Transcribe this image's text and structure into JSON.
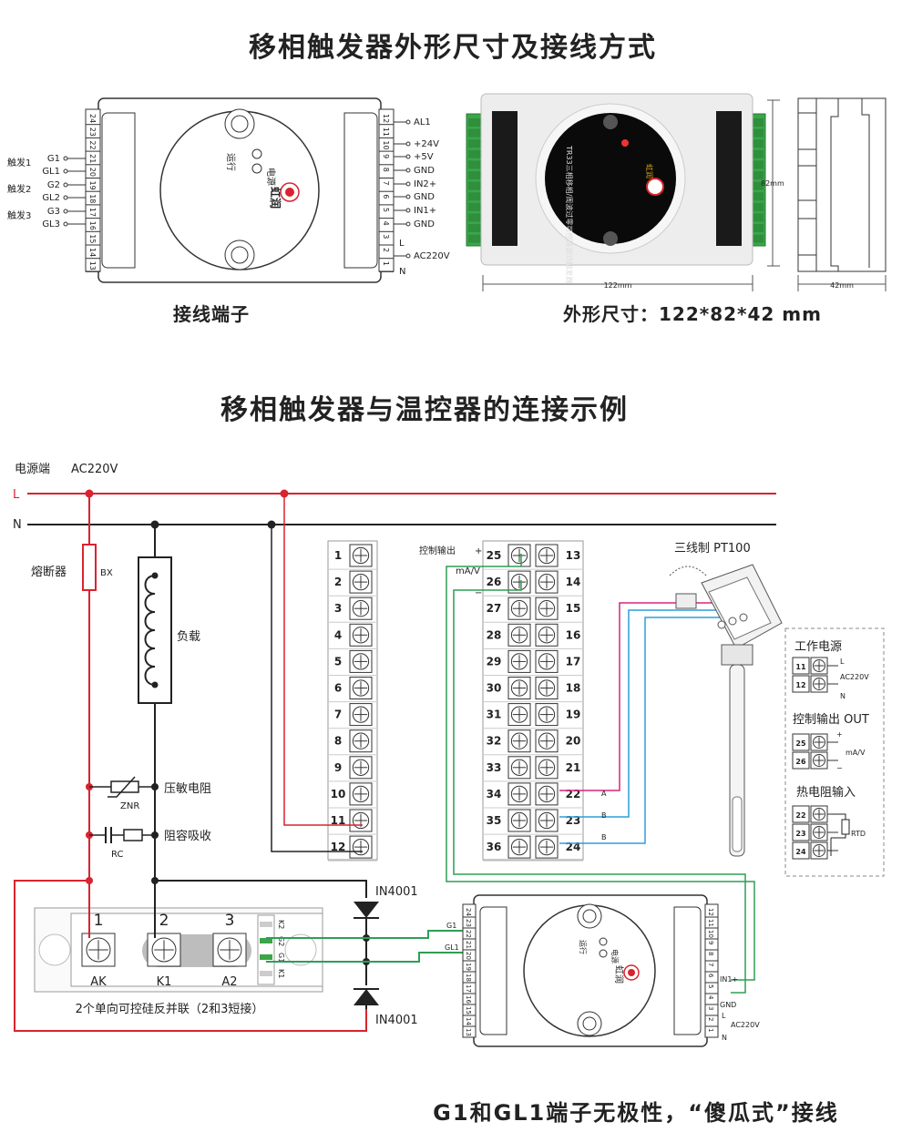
{
  "titles": {
    "top": "移相触发器外形尺寸及接线方式",
    "middle": "移相触发器与温控器的连接示例",
    "bottom": "G1和GL1端子无极性，“傻瓜式”接线"
  },
  "captions": {
    "terminals": "接线端子",
    "dimensions": "外形尺寸：122*82*42 mm"
  },
  "module": {
    "brand": "虹润",
    "led_run": "运行",
    "led_power": "电源",
    "left_terminals": [
      "24",
      "23",
      "22",
      "21",
      "20",
      "19",
      "18",
      "17",
      "16",
      "15",
      "14",
      "13"
    ],
    "right_terminals": [
      "12",
      "11",
      "10",
      "9",
      "8",
      "7",
      "6",
      "5",
      "4",
      "3",
      "2",
      "1"
    ],
    "left_groups": [
      "触发1",
      "触发2",
      "触发3"
    ],
    "left_pins": [
      "G1",
      "GL1",
      "G2",
      "GL2",
      "G3",
      "GL3"
    ],
    "right_pins": [
      "AL1",
      "+24V",
      "+5V",
      "GND",
      "IN2+",
      "GND",
      "IN1+",
      "GND",
      "L",
      "AC220V",
      "N"
    ]
  },
  "photo": {
    "model_text": "TR33三相移相/周波过零可控硅调功触发器",
    "brand": "虹润",
    "dim_width": "122mm",
    "dim_height": "82mm",
    "dim_depth": "42mm"
  },
  "diagram": {
    "power_source": "电源端",
    "ac": "AC220V",
    "line_L": "L",
    "line_N": "N",
    "fuse": "熔断器",
    "fuse_code": "BX",
    "load": "负载",
    "varistor": "压敏电阻",
    "varistor_code": "ZNR",
    "snubber": "阻容吸收",
    "snubber_code": "RC",
    "diode1": "IN4001",
    "diode2": "IN4001",
    "scr_pins": [
      "1",
      "2",
      "3"
    ],
    "scr_labels": [
      "AK",
      "K1",
      "A2"
    ],
    "scr_side_labels": [
      "K2",
      "G2",
      "G1",
      "K1"
    ],
    "scr_caption": "2个单向可控硅反并联（2和3短接）",
    "ctrl_left": [
      "1",
      "2",
      "3",
      "4",
      "5",
      "6",
      "7",
      "8",
      "9",
      "10",
      "11",
      "12"
    ],
    "ctrl_mid": [
      "25",
      "26",
      "27",
      "28",
      "29",
      "30",
      "31",
      "32",
      "33",
      "34",
      "35",
      "36"
    ],
    "ctrl_right": [
      "13",
      "14",
      "15",
      "16",
      "17",
      "18",
      "19",
      "20",
      "21",
      "22",
      "23",
      "24"
    ],
    "ctrl_output": "控制输出",
    "ctrl_plus": "+",
    "ctrl_minus": "−",
    "ctrl_ma": "mA/V",
    "rtd_a": "A",
    "rtd_b1": "B",
    "rtd_b2": "B",
    "pt100": "三线制 PT100",
    "g1": "G1",
    "gl1": "GL1",
    "in1": "IN1+",
    "gnd": "GND",
    "m_L": "L",
    "m_ac": "AC220V",
    "m_N": "N"
  },
  "legend": {
    "power_title": "工作电源",
    "power_pins": [
      "11",
      "12"
    ],
    "power_L": "L",
    "power_ac": "AC220V",
    "power_N": "N",
    "output_title": "控制输出 OUT",
    "output_pins": [
      "25",
      "26"
    ],
    "output_plus": "+",
    "output_ma": "mA/V",
    "output_minus": "−",
    "rtd_title": "热电阻输入",
    "rtd_pins": [
      "22",
      "23",
      "24"
    ],
    "rtd_code": "RTD"
  },
  "colors": {
    "red": "#d9232e",
    "green": "#2e9e55",
    "magenta": "#d4267e",
    "blue": "#2b9fd9",
    "black": "#222222",
    "terminal_green": "#3aa648"
  }
}
